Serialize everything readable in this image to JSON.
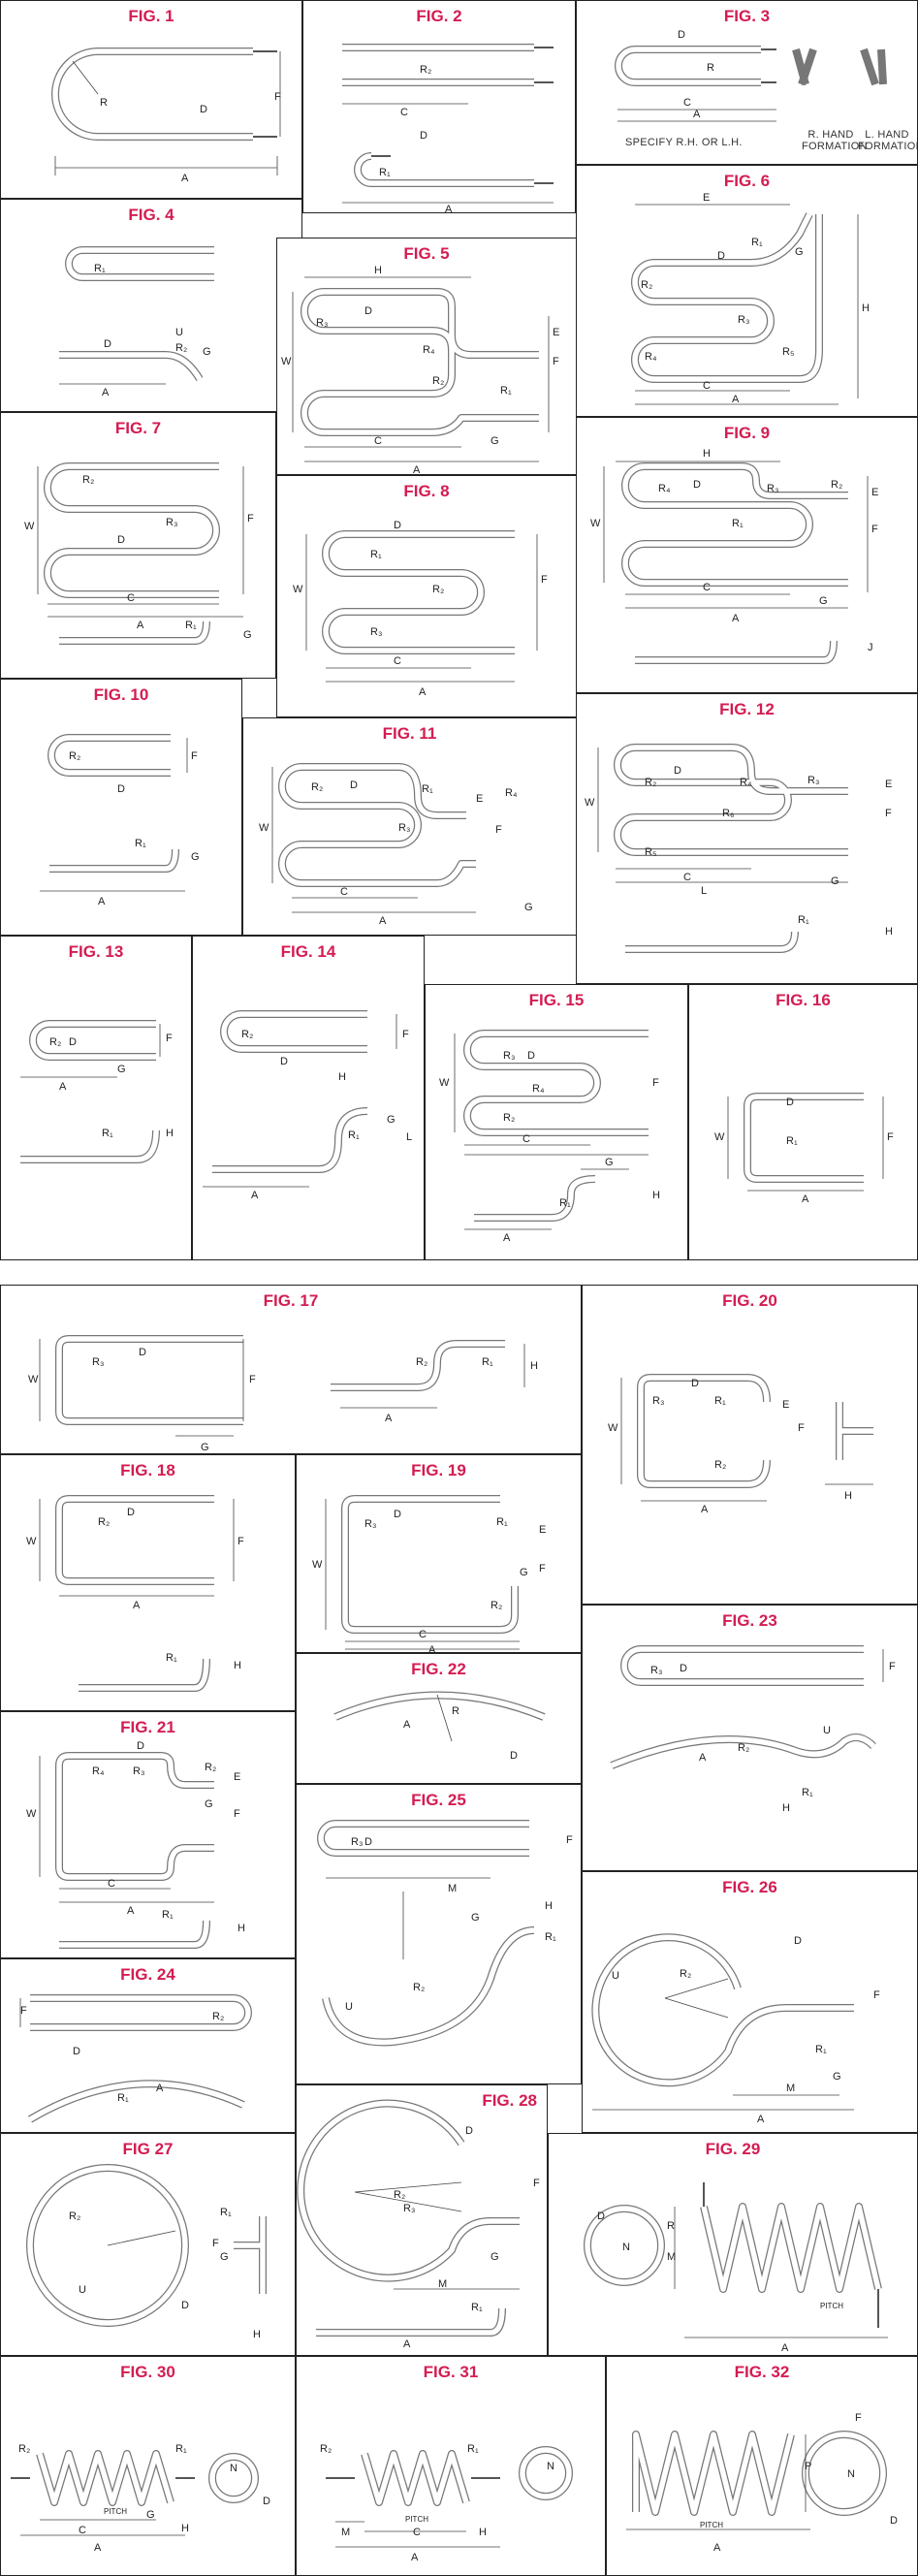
{
  "figures": [
    {
      "id": "fig-1",
      "title": "FIG. 1",
      "labels": [
        "R",
        "D",
        "F",
        "A"
      ]
    },
    {
      "id": "fig-2",
      "title": "FIG. 2",
      "labels": [
        "R₂",
        "C",
        "D",
        "R₁",
        "A"
      ]
    },
    {
      "id": "fig-3",
      "title": "FIG. 3",
      "labels": [
        "D",
        "R",
        "C",
        "A"
      ],
      "note": "SPECIFY R.H. OR L.H.",
      "captions": [
        "R. HAND FORMATION",
        "L. HAND FORMATION"
      ]
    },
    {
      "id": "fig-4",
      "title": "FIG. 4",
      "labels": [
        "R₁",
        "D",
        "U",
        "R₂",
        "G",
        "A"
      ]
    },
    {
      "id": "fig-5",
      "title": "FIG. 5",
      "labels": [
        "H",
        "D",
        "R₃",
        "R₄",
        "R₂",
        "R₁",
        "W",
        "E",
        "F",
        "C",
        "G",
        "A"
      ]
    },
    {
      "id": "fig-6",
      "title": "FIG. 6",
      "labels": [
        "E",
        "R₁",
        "D",
        "G",
        "R₂",
        "R₃",
        "H",
        "R₄",
        "R₅",
        "C",
        "A"
      ]
    },
    {
      "id": "fig-7",
      "title": "FIG. 7",
      "labels": [
        "R₂",
        "R₃",
        "D",
        "W",
        "F",
        "C",
        "A",
        "R₁",
        "G"
      ]
    },
    {
      "id": "fig-8",
      "title": "FIG. 8",
      "labels": [
        "D",
        "R₁",
        "R₂",
        "R₃",
        "W",
        "F",
        "C",
        "A"
      ]
    },
    {
      "id": "fig-9",
      "title": "FIG. 9",
      "labels": [
        "H",
        "D",
        "R₄",
        "R₃",
        "R₂",
        "R₁",
        "W",
        "E",
        "F",
        "C",
        "G",
        "A",
        "J"
      ]
    },
    {
      "id": "fig-10",
      "title": "FIG. 10",
      "labels": [
        "R₂",
        "F",
        "D",
        "R₁",
        "G",
        "A"
      ]
    },
    {
      "id": "fig-11",
      "title": "FIG. 11",
      "labels": [
        "D",
        "R₂",
        "R₁",
        "R₃",
        "R₄",
        "W",
        "E",
        "F",
        "C",
        "A",
        "G"
      ]
    },
    {
      "id": "fig-12",
      "title": "FIG. 12",
      "labels": [
        "D",
        "R₂",
        "R₄",
        "R₃",
        "R₆",
        "R₅",
        "W",
        "E",
        "F",
        "C",
        "L",
        "G",
        "R₁",
        "H"
      ]
    },
    {
      "id": "fig-13",
      "title": "FIG. 13",
      "labels": [
        "R₂",
        "D",
        "F",
        "G",
        "A",
        "R₁",
        "H"
      ]
    },
    {
      "id": "fig-14",
      "title": "FIG. 14",
      "labels": [
        "R₂",
        "D",
        "F",
        "H",
        "R₁",
        "G",
        "L",
        "A"
      ]
    },
    {
      "id": "fig-15",
      "title": "FIG. 15",
      "labels": [
        "R₃",
        "D",
        "R₄",
        "R₂",
        "W",
        "F",
        "C",
        "A",
        "G",
        "R₁",
        "H"
      ]
    },
    {
      "id": "fig-16",
      "title": "FIG. 16",
      "labels": [
        "D",
        "R₁",
        "W",
        "F",
        "A"
      ]
    },
    {
      "id": "fig-17",
      "title": "FIG. 17",
      "labels": [
        "R₃",
        "D",
        "W",
        "F",
        "G",
        "R₂",
        "R₁",
        "H",
        "A"
      ]
    },
    {
      "id": "fig-18",
      "title": "FIG. 18",
      "labels": [
        "R₂",
        "D",
        "W",
        "F",
        "A",
        "R₁",
        "H"
      ]
    },
    {
      "id": "fig-19",
      "title": "FIG. 19",
      "labels": [
        "D",
        "R₃",
        "R₁",
        "R₂",
        "W",
        "E",
        "F",
        "G",
        "C",
        "A"
      ]
    },
    {
      "id": "fig-20",
      "title": "FIG. 20",
      "labels": [
        "D",
        "R₃",
        "R₁",
        "R₂",
        "W",
        "E",
        "F",
        "A",
        "H"
      ]
    },
    {
      "id": "fig-21",
      "title": "FIG. 21",
      "labels": [
        "D",
        "R₄",
        "R₃",
        "R₂",
        "R₁",
        "W",
        "E",
        "F",
        "G",
        "C",
        "A",
        "H"
      ]
    },
    {
      "id": "fig-22",
      "title": "FIG. 22",
      "labels": [
        "A",
        "R",
        "D"
      ]
    },
    {
      "id": "fig-23",
      "title": "FIG. 23",
      "labels": [
        "R₃",
        "D",
        "F",
        "U",
        "A",
        "R₂",
        "H",
        "R₁"
      ]
    },
    {
      "id": "fig-24",
      "title": "FIG. 24",
      "labels": [
        "F",
        "R₂",
        "D",
        "R₁",
        "A"
      ]
    },
    {
      "id": "fig-25",
      "title": "FIG. 25",
      "labels": [
        "R₃",
        "D",
        "F",
        "M",
        "H",
        "G",
        "R₁",
        "U",
        "R₂"
      ]
    },
    {
      "id": "fig-26",
      "title": "FIG. 26",
      "labels": [
        "D",
        "U",
        "R₂",
        "F",
        "R₁",
        "M",
        "G",
        "A"
      ]
    },
    {
      "id": "fig-27",
      "title": "FIG 27",
      "labels": [
        "R₂",
        "R₁",
        "F",
        "G",
        "U",
        "D",
        "H"
      ]
    },
    {
      "id": "fig-28",
      "title": "FIG. 28",
      "labels": [
        "D",
        "F",
        "R₂",
        "R₃",
        "M",
        "G",
        "R₁",
        "A"
      ]
    },
    {
      "id": "fig-29",
      "title": "FIG. 29",
      "labels": [
        "D",
        "N",
        "R",
        "M",
        "PITCH",
        "A"
      ]
    },
    {
      "id": "fig-30",
      "title": "FIG. 30",
      "labels": [
        "R₂",
        "R₁",
        "PITCH",
        "G",
        "C",
        "H",
        "A",
        "N",
        "D"
      ]
    },
    {
      "id": "fig-31",
      "title": "FIG. 31",
      "labels": [
        "R₂",
        "R₁",
        "PITCH",
        "M",
        "C",
        "H",
        "A",
        "N"
      ]
    },
    {
      "id": "fig-32",
      "title": "FIG. 32",
      "labels": [
        "F",
        "P",
        "N",
        "D",
        "PITCH",
        "A"
      ]
    }
  ]
}
